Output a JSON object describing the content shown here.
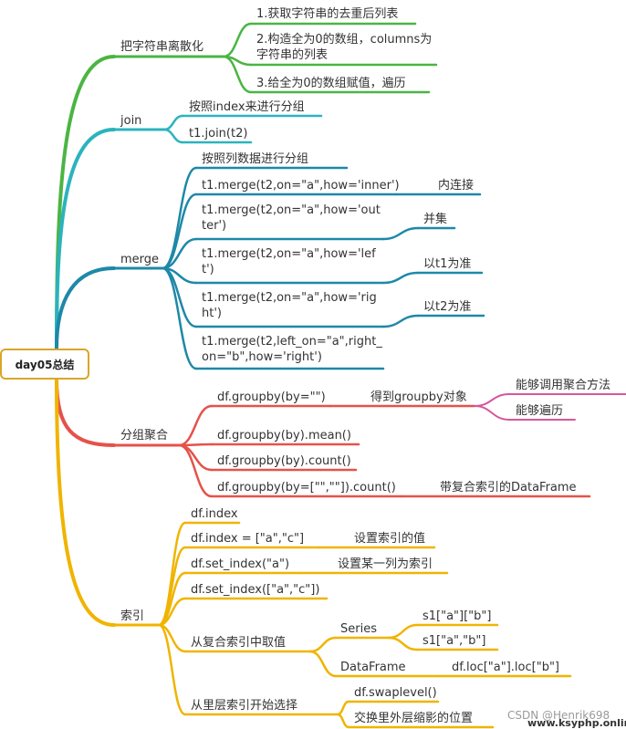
{
  "root": "day05总结",
  "colors": {
    "green": "#4bb543",
    "teal": "#2bb3bf",
    "blue": "#1e88a8",
    "red": "#e5524a",
    "yellow": "#f0b400",
    "magenta": "#d4579c",
    "root_border": "#d9a62a"
  },
  "branches": {
    "discretize": {
      "label": "把字符串离散化",
      "items": [
        "1.获取字符串的去重后列表",
        "2.构造全为0的数组，columns为字符串的列表",
        "3.给全为0的数组赋值，遍历"
      ]
    },
    "join": {
      "label": "join",
      "items": [
        "按照index来进行分组",
        "t1.join(t2)"
      ]
    },
    "merge": {
      "label": "merge",
      "items": [
        "按照列数据进行分组",
        "t1.merge(t2,on=\"a\",how='inner')",
        "t1.merge(t2,on=\"a\",how='outter')",
        "t1.merge(t2,on=\"a\",how='left')",
        "t1.merge(t2,on=\"a\",how='right')",
        "t1.merge(t2,left_on=\"a\",right_on=\"b\",how='right')"
      ],
      "notes": [
        "内连接",
        "并集",
        "以t1为准",
        "以t2为准"
      ]
    },
    "groupby": {
      "label": "分组聚合",
      "items": [
        "df.groupby(by=\"\")",
        "df.groupby(by).mean()",
        "df.groupby(by).count()",
        "df.groupby(by=[\"\",\"\"]).count()"
      ],
      "notes": [
        "得到groupby对象",
        "带复合索引的DataFrame"
      ],
      "sub": [
        "能够调用聚合方法",
        "能够遍历"
      ]
    },
    "index": {
      "label": "索引",
      "items": [
        "df.index",
        "df.index = [\"a\",\"c\"]",
        "df.set_index(\"a\")",
        "df.set_index([\"a\",\"c\"])",
        "从复合索引中取值",
        "从里层索引开始选择"
      ],
      "notes": [
        "设置索引的值",
        "设置某一列为索引"
      ],
      "multi": {
        "series": "Series",
        "series_items": [
          "s1[\"a\"][\"b\"]",
          "s1[\"a\",\"b\"]"
        ],
        "dataframe": "DataFrame",
        "dataframe_item": "df.loc[\"a\"].loc[\"b\"]"
      },
      "inner": [
        "df.swaplevel()",
        "交换里外层缩影的位置"
      ]
    }
  },
  "watermark": "CSDN @Henrik698",
  "site": "www.ksyphp.online"
}
